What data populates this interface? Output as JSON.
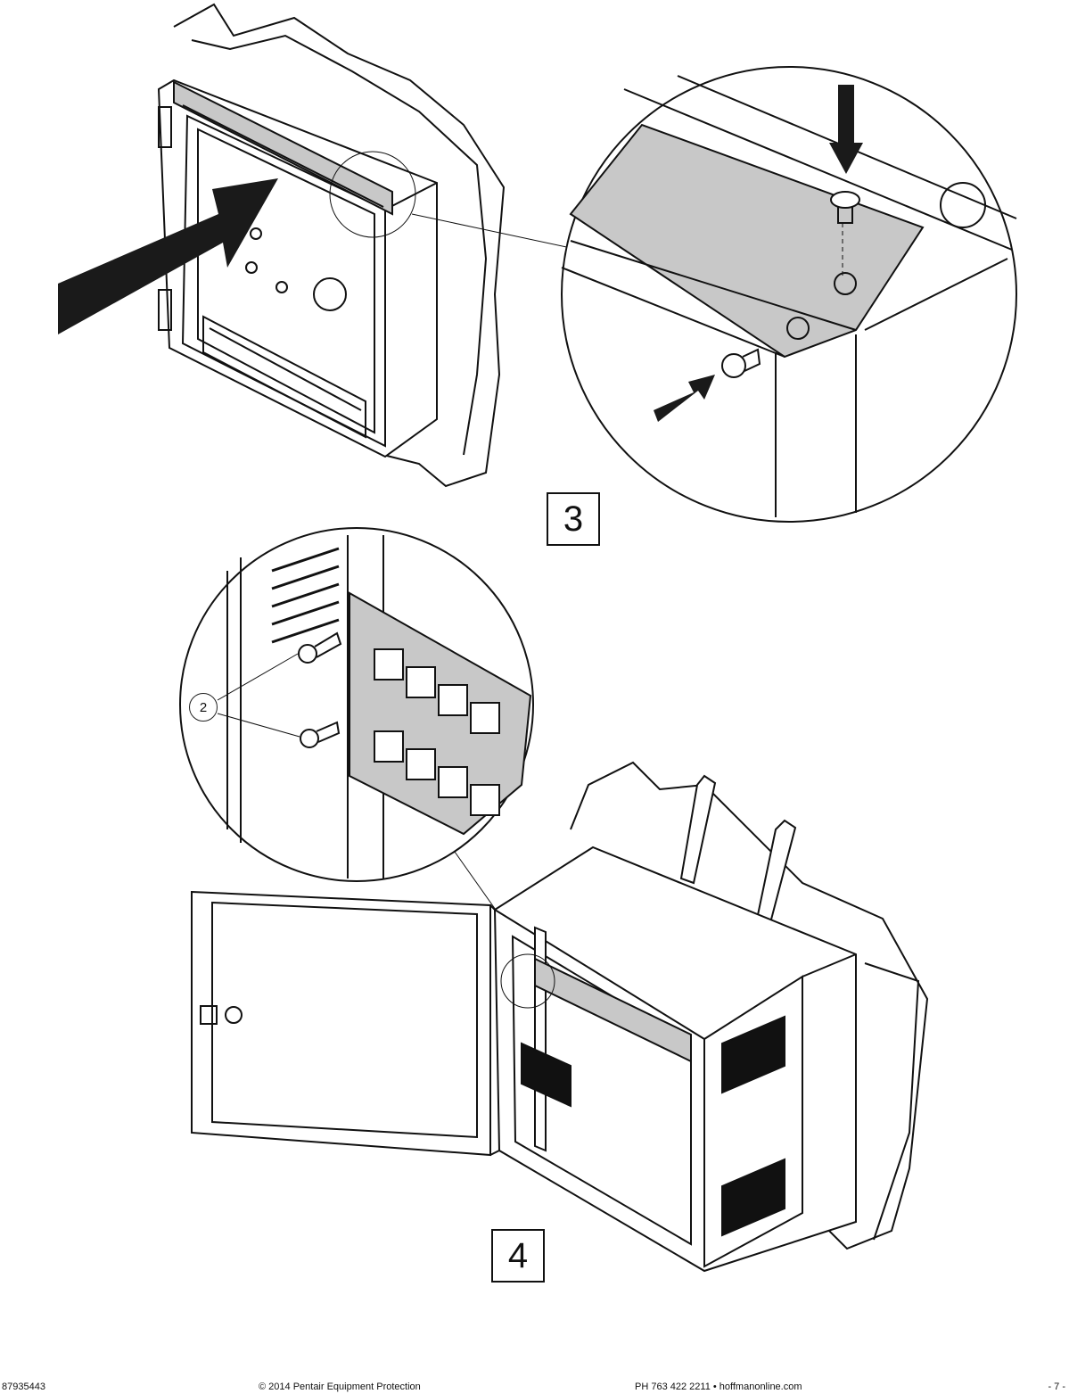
{
  "steps": {
    "step3": "3",
    "step4": "4"
  },
  "callouts": {
    "screw_callout": "2"
  },
  "footer": {
    "doc_number": "87935443",
    "copyright": "© 2014 Pentair Equipment Protection",
    "contact": "PH 763 422 2211  •  hoffmanonline.com",
    "page": "- 7 -"
  }
}
